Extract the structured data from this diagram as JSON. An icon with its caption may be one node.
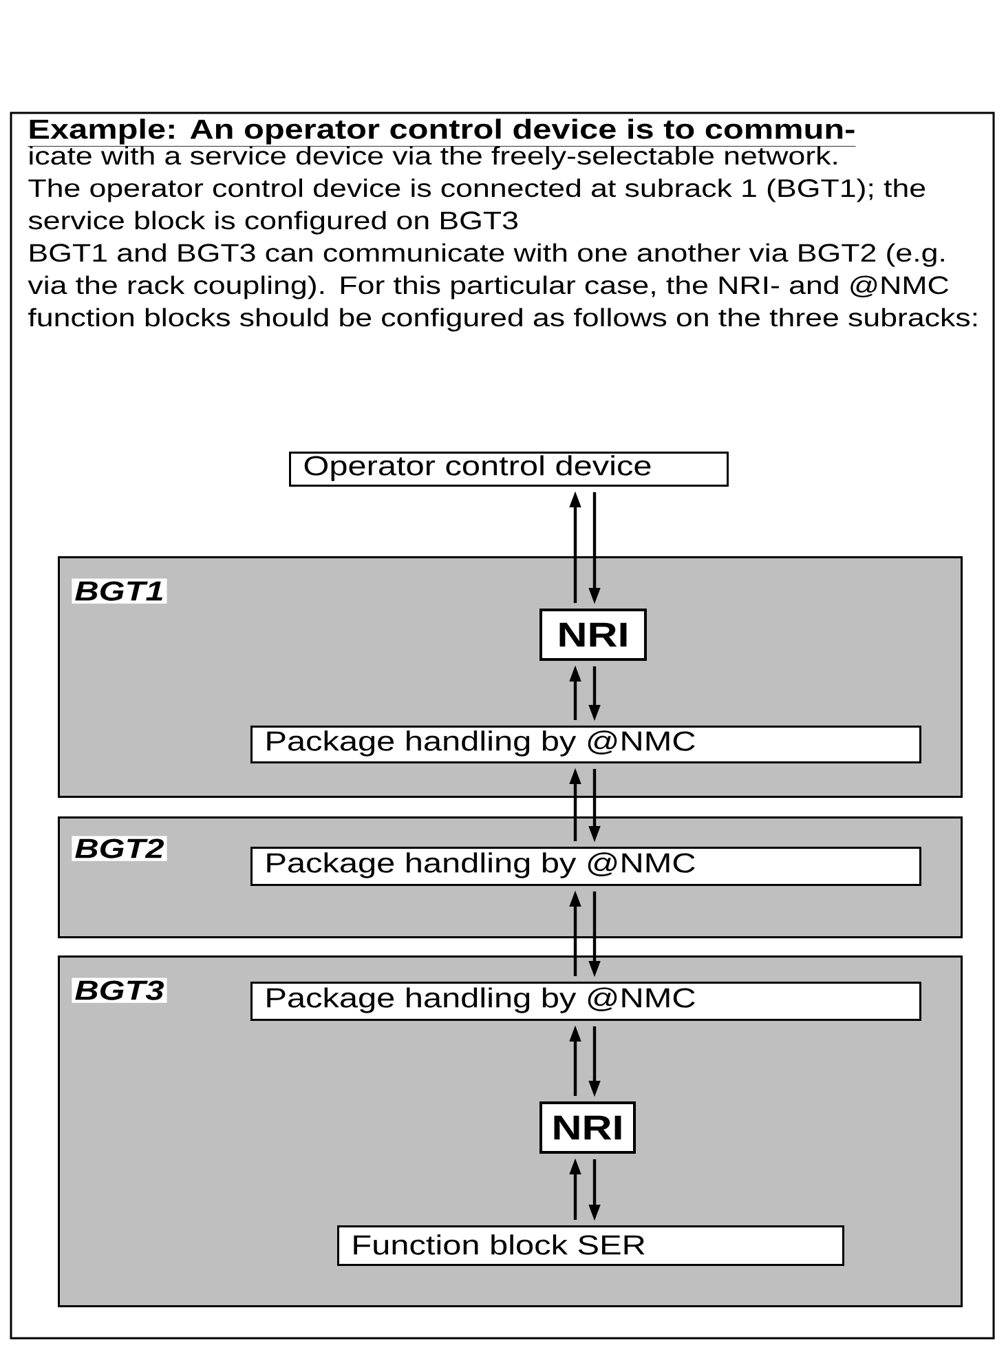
{
  "diagram": {
    "title": "Example: An operator control device is to commun-",
    "nodes": [
      {
        "text": [
          "Operator control device"
        ]
      },
      {
        "text": [
          "BGT1"
        ]
      },
      {
        "text": [
          "NRI"
        ],
        "in": 1
      },
      {
        "text": [
          "Package handling by @NMC"
        ],
        "in": 1
      },
      {
        "text": [
          "BGT2"
        ]
      },
      {
        "text": [
          "Package handling by @NMC"
        ],
        "in": 4
      },
      {
        "text": [
          "BGT3"
        ]
      },
      {
        "text": [
          "Package handling by @NMC"
        ],
        "in": 6
      },
      {
        "text": [
          "NRI"
        ],
        "in": 6
      },
      {
        "text": [
          "Function block SER"
        ],
        "in": 6
      }
    ],
    "edges": [
      {
        "from": 2,
        "to": 0,
        "arrow": "to"
      },
      {
        "from": 0,
        "to": 2,
        "arrow": "to"
      },
      {
        "from": 3,
        "to": 2,
        "arrow": "to"
      },
      {
        "from": 2,
        "to": 3,
        "arrow": "to"
      },
      {
        "from": 5,
        "to": 3,
        "arrow": "to"
      },
      {
        "from": 3,
        "to": 5,
        "arrow": "to"
      },
      {
        "from": 7,
        "to": 5,
        "arrow": "to"
      },
      {
        "from": 5,
        "to": 7,
        "arrow": "to"
      },
      {
        "from": 8,
        "to": 7,
        "arrow": "to"
      },
      {
        "from": 7,
        "to": 8,
        "arrow": "to"
      },
      {
        "from": 9,
        "to": 8,
        "arrow": "to"
      },
      {
        "from": 8,
        "to": 9,
        "arrow": "to"
      }
    ],
    "labels": [
      "icate with a service device via the freely-selectable network.",
      "The operator control device is connected at subrack 1 (BGT1); the service block is configured on BGT3",
      "BGT1 and BGT3 can communicate with one another via BGT2 (e.g. via the rack coupling). For this particular case, the NRI- and @NMC function blocks should be configured as follows on the three subracks:"
    ]
  }
}
